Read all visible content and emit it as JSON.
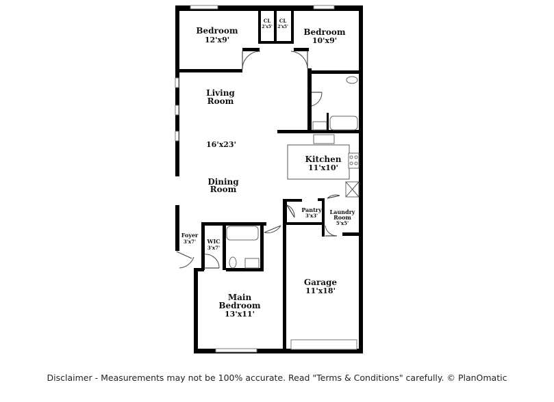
{
  "rooms": {
    "bedroom_left": {
      "name": "Bedroom",
      "size": "12'x9'"
    },
    "closet_left": {
      "name": "CL",
      "size": "2'x5'"
    },
    "closet_right": {
      "name": "CL",
      "size": "2'x5'"
    },
    "bedroom_right": {
      "name": "Bedroom",
      "size": "10'x9'"
    },
    "living_room": {
      "name_line1": "Living",
      "name_line2": "Room"
    },
    "great_room": {
      "size": "16'x23'"
    },
    "dining_room": {
      "name_line1": "Dining",
      "name_line2": "Room"
    },
    "kitchen": {
      "name": "Kitchen",
      "size": "11'x10'"
    },
    "pantry": {
      "name": "Pantry",
      "size": "3'x3'"
    },
    "laundry": {
      "name_line1": "Laundry",
      "name_line2": "Room",
      "size": "5'x5'"
    },
    "foyer": {
      "name": "Foyer",
      "size": "3'x7'"
    },
    "wic": {
      "name": "WIC",
      "size": "3'x7'"
    },
    "garage": {
      "name": "Garage",
      "size": "11'x18'"
    },
    "main_bedroom": {
      "name_line1": "Main",
      "name_line2": "Bedroom",
      "size": "13'x11'"
    }
  },
  "disclaimer": "Disclaimer - Measurements may not be 100% accurate. Read \"Terms & Conditions\" carefully. © PlanOmatic",
  "colors": {
    "wall": "#000000",
    "fixture": "#666666",
    "text": "#111111"
  }
}
